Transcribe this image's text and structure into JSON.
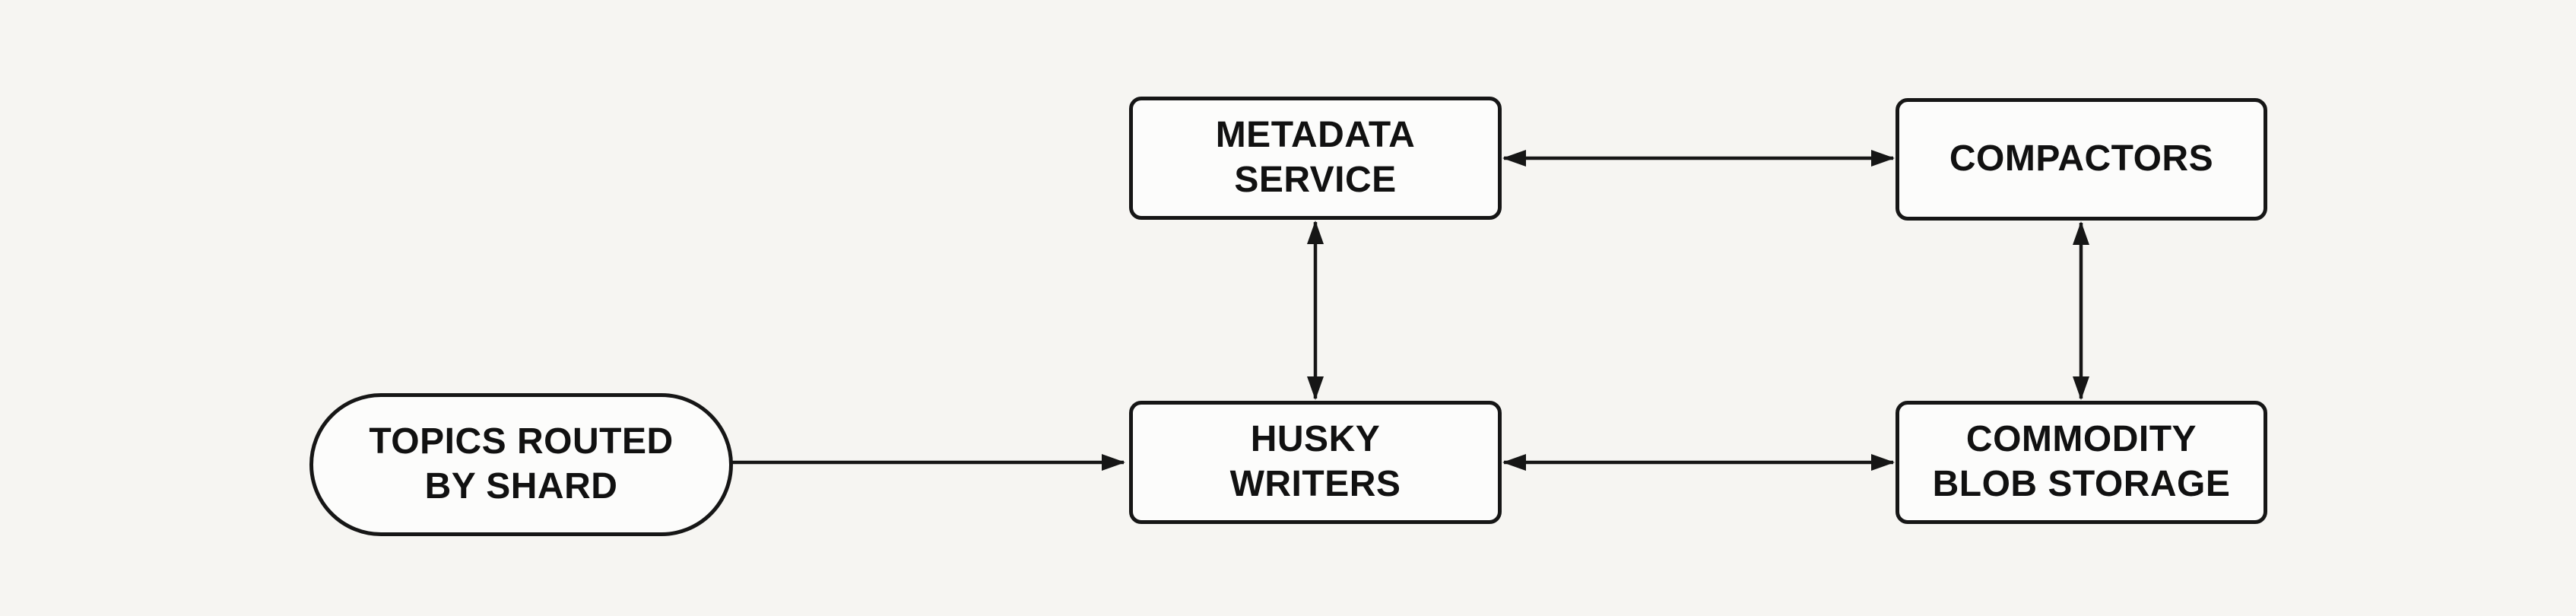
{
  "canvas": {
    "background_color": "#f6f5f2",
    "node_fill_color": "#fcfcfb",
    "stroke_color": "#161616"
  },
  "diagram": {
    "nodes": {
      "topics": {
        "label": "TOPICS ROUTED\nBY SHARD",
        "shape": "pill"
      },
      "metadata": {
        "label": "METADATA\nSERVICE",
        "shape": "rect"
      },
      "compactors": {
        "label": "COMPACTORS",
        "shape": "rect"
      },
      "husky": {
        "label": "HUSKY\nWRITERS",
        "shape": "rect"
      },
      "commodity": {
        "label": "COMMODITY\nBLOB STORAGE",
        "shape": "rect"
      }
    },
    "edges": [
      {
        "from": "topics",
        "to": "husky",
        "direction": "one-way"
      },
      {
        "from": "metadata",
        "to": "husky",
        "direction": "two-way"
      },
      {
        "from": "metadata",
        "to": "compactors",
        "direction": "two-way"
      },
      {
        "from": "compactors",
        "to": "commodity",
        "direction": "two-way"
      },
      {
        "from": "husky",
        "to": "commodity",
        "direction": "two-way"
      }
    ]
  }
}
